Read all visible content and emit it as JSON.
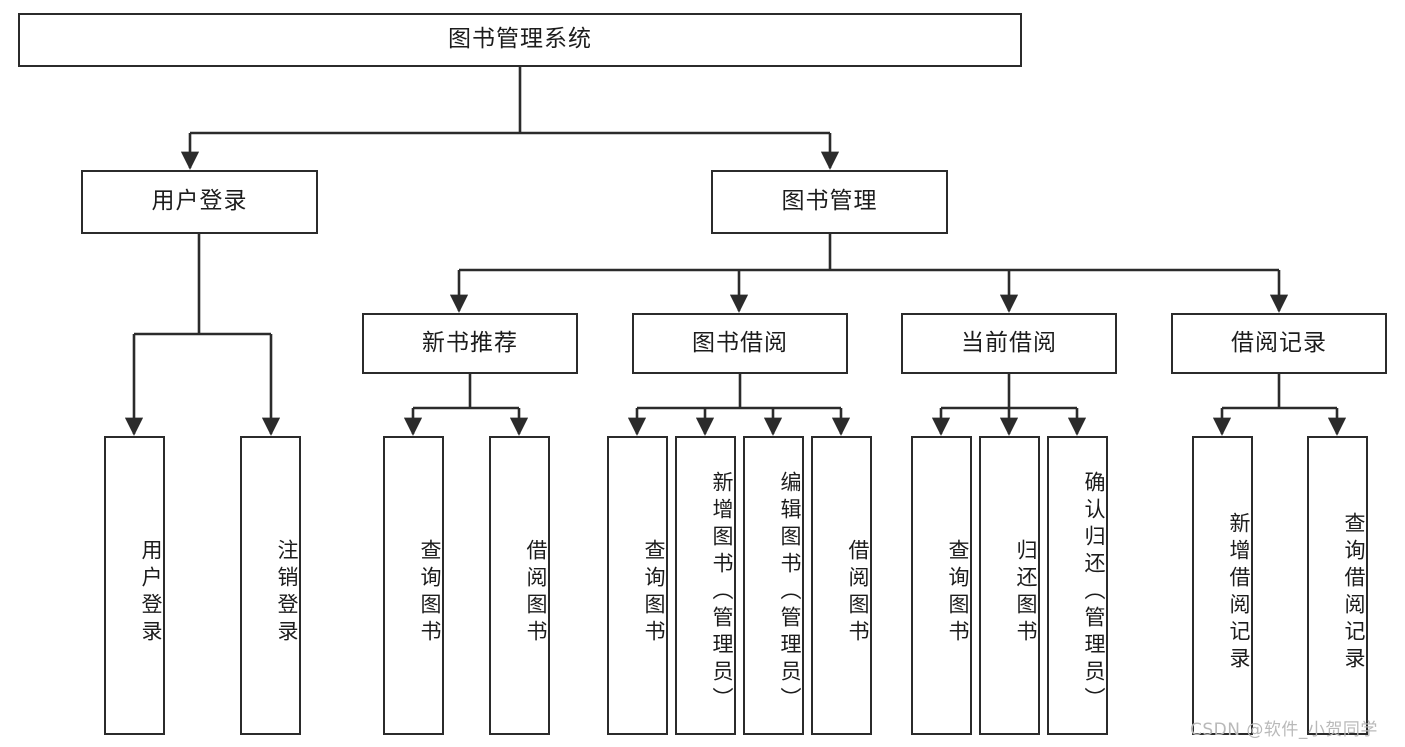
{
  "diagram": {
    "type": "tree",
    "title": "图书管理系统",
    "orientation": "top-down",
    "colors": {
      "box_border": "#2b2b2b",
      "box_fill": "#ffffff",
      "connector": "#2b2b2b",
      "text": "#1c1c1c",
      "watermark": "#b9b9b9",
      "background": "#ffffff"
    }
  },
  "root": {
    "label": "图书管理系统"
  },
  "level2": [
    {
      "label": "用户登录"
    },
    {
      "label": "图书管理"
    }
  ],
  "level3": [
    {
      "label": "新书推荐"
    },
    {
      "label": "图书借阅"
    },
    {
      "label": "当前借阅"
    },
    {
      "label": "借阅记录"
    }
  ],
  "leaves": {
    "user_login": [
      {
        "label": "用户登录"
      },
      {
        "label": "注销登录"
      }
    ],
    "new_book_recommend": [
      {
        "label": "查询图书"
      },
      {
        "label": "借阅图书"
      }
    ],
    "book_borrow": [
      {
        "label": "查询图书"
      },
      {
        "label": "新增图书（管理员）"
      },
      {
        "label": "编辑图书（管理员）"
      },
      {
        "label": "借阅图书"
      }
    ],
    "current_borrow": [
      {
        "label": "查询图书"
      },
      {
        "label": "归还图书"
      },
      {
        "label": "确认归还（管理员）"
      }
    ],
    "borrow_record": [
      {
        "label": "新增借阅记录"
      },
      {
        "label": "查询借阅记录"
      }
    ]
  },
  "watermark": {
    "text": "CSDN @软件_小贺同学"
  }
}
